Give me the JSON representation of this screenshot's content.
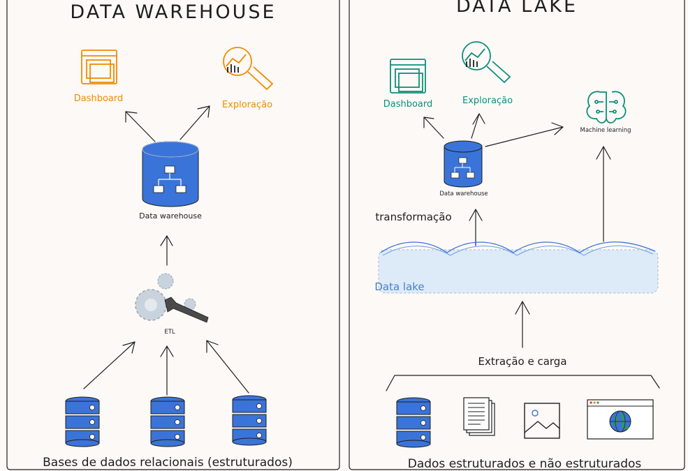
{
  "left_panel": {
    "title": "DATA WAREHOUSE",
    "dashboard_label": "Dashboard",
    "exploration_label": "Exploração",
    "warehouse_label": "Data warehouse",
    "etl_label": "ETL",
    "sources_caption": "Bases de dados relacionais (estruturados)"
  },
  "right_panel": {
    "title": "DATA LAKE",
    "dashboard_label": "Dashboard",
    "exploration_label": "Exploração",
    "ml_label": "Machine learning",
    "warehouse_label": "Data warehouse",
    "transform_label": "transformação",
    "lake_label": "Data lake",
    "extract_label": "Extração e carga",
    "sources_caption": "Dados estruturados e não estruturados"
  },
  "colors": {
    "background": "#fcf9f6",
    "orange": "#f08c00",
    "teal": "#0c8f7a",
    "blue": "#3b74d8",
    "lake_fill": "#ddebf8",
    "gear": "#c9d3dd"
  }
}
